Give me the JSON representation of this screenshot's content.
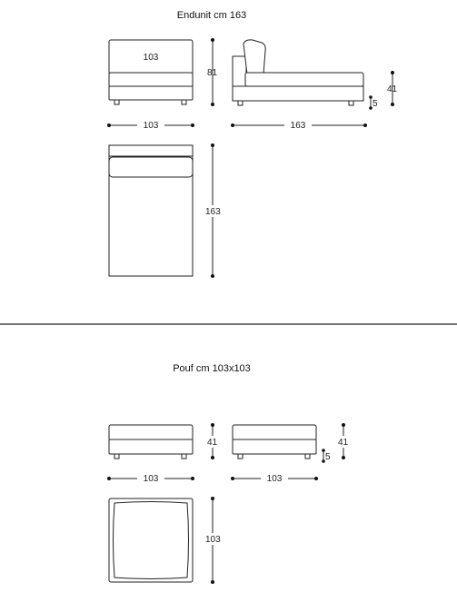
{
  "sections": {
    "endunit": {
      "title": "Endunit cm 163",
      "front_width_label": "103",
      "front_height_label": "81",
      "front_inner_label": "103",
      "side_length_label": "163",
      "side_height_label": "41",
      "side_foot_label": "5",
      "top_length_label": "163"
    },
    "pouf": {
      "title": "Pouf cm 103x103",
      "front_width_label": "103",
      "front_height_label": "41",
      "side_width_label": "103",
      "side_height_label": "41",
      "side_foot_label": "5",
      "top_depth_label": "103"
    }
  }
}
